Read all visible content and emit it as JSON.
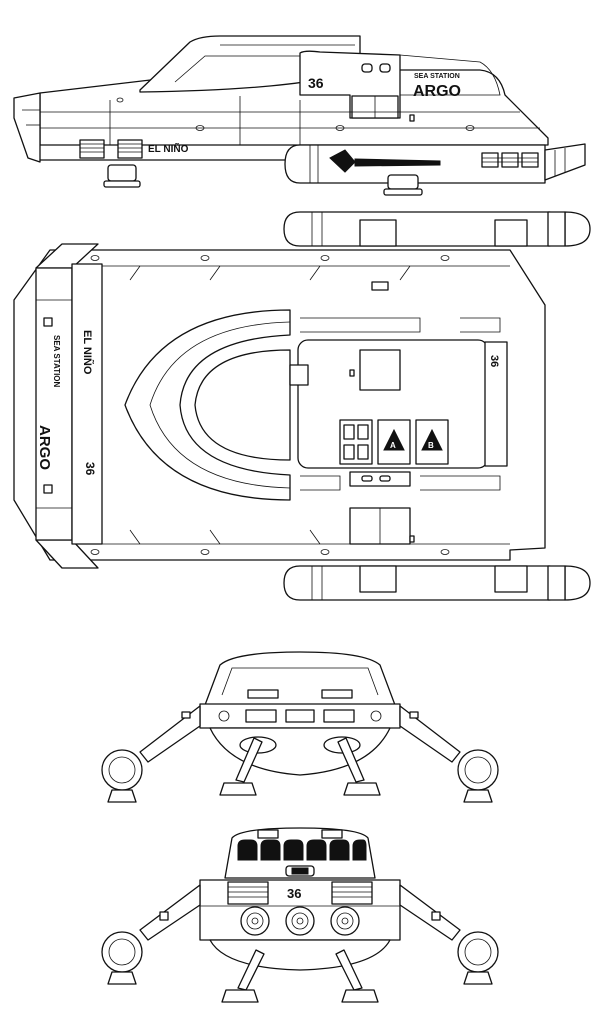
{
  "labels": {
    "craft_number": "36",
    "station_small": "SEA STATION",
    "station_large": "ARGO",
    "craft_name": "EL NIÑO",
    "hatch_a": "A",
    "hatch_b": "B"
  },
  "colors": {
    "ink": "#111111",
    "paper": "#ffffff"
  }
}
